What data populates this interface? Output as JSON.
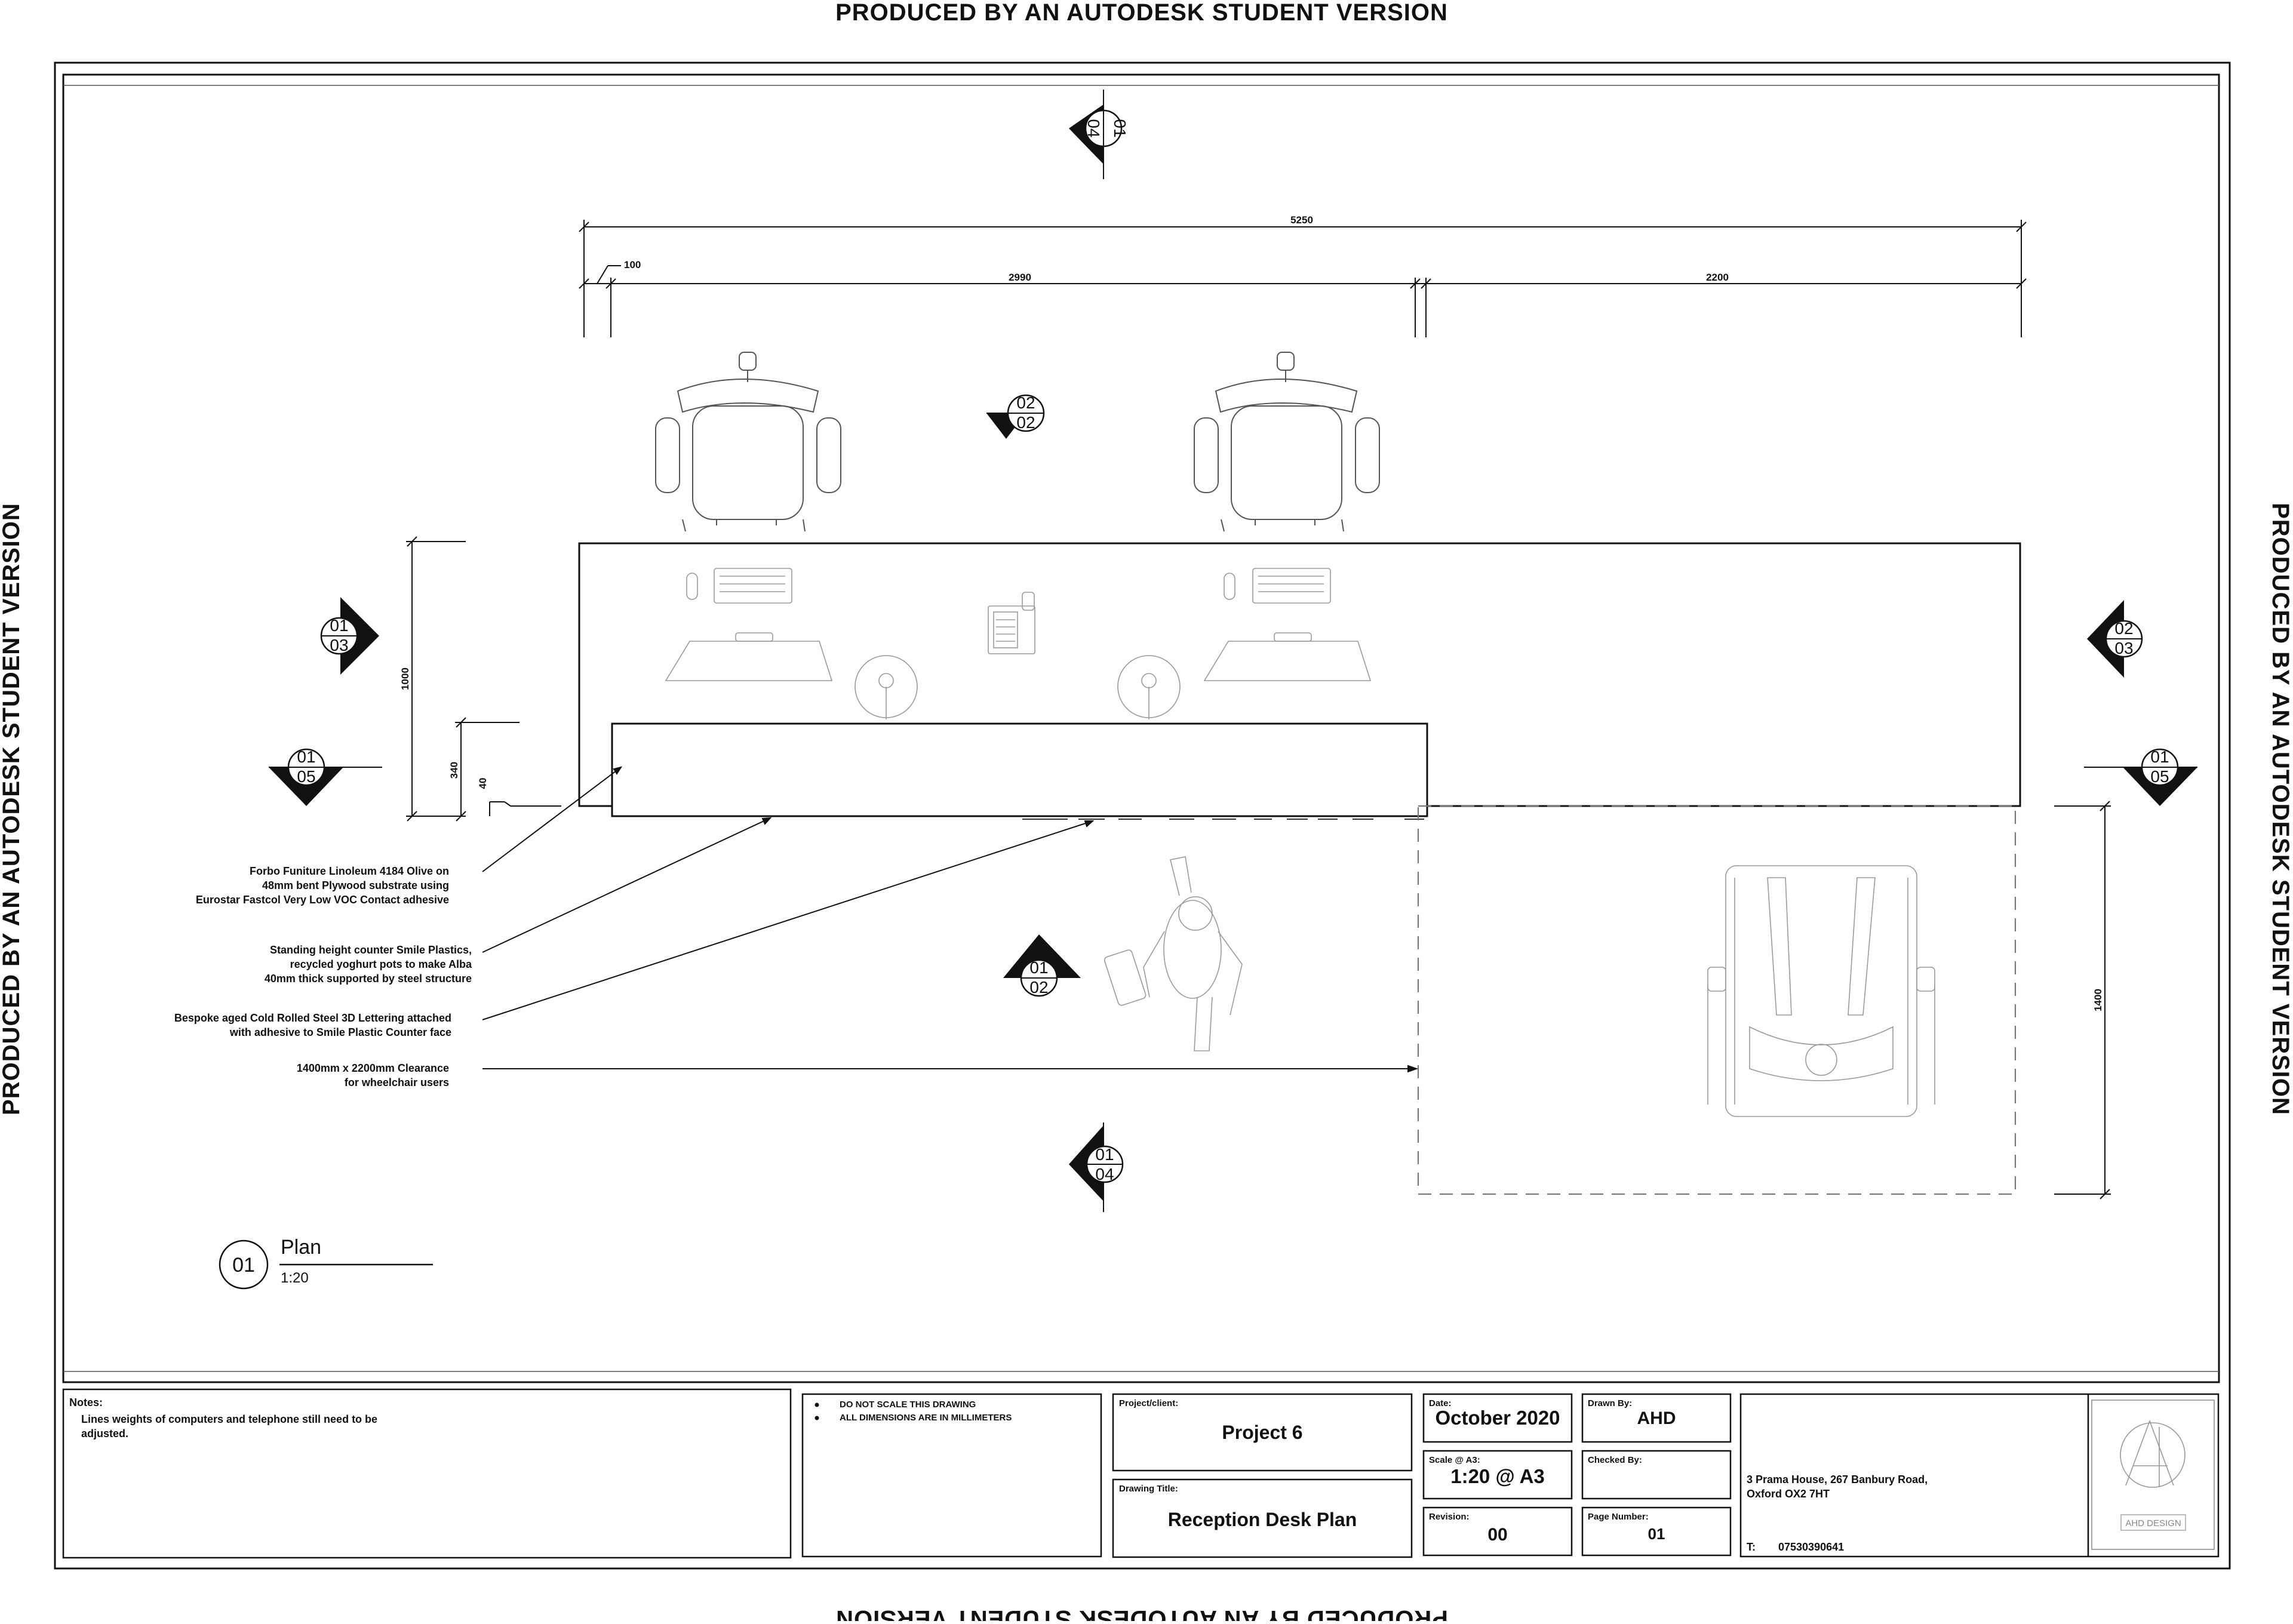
{
  "watermark": "PRODUCED BY AN AUTODESK STUDENT VERSION",
  "dimensions": {
    "overall": "5250",
    "offset": "100",
    "left_span": "2990",
    "right_span": "2200",
    "desk_depth": "1000",
    "counter_depth": "340",
    "counter_overhang": "40",
    "clearance_depth": "1400"
  },
  "section_markers": {
    "top": {
      "num": "01",
      "sheet": "04"
    },
    "bottom": {
      "num": "01",
      "sheet": "04"
    },
    "inner_top": {
      "num": "02",
      "sheet": "02"
    },
    "inner_bottom": {
      "num": "01",
      "sheet": "02"
    },
    "left_upper": {
      "num": "01",
      "sheet": "03"
    },
    "left_lower": {
      "num": "01",
      "sheet": "05"
    },
    "right_upper": {
      "num": "02",
      "sheet": "03"
    },
    "right_lower": {
      "num": "01",
      "sheet": "05"
    }
  },
  "annotations": {
    "a1": [
      "Forbo Funiture Linoleum 4184 Olive on",
      "48mm bent Plywood substrate using",
      "Eurostar Fastcol Very Low VOC Contact adhesive"
    ],
    "a2": [
      "Standing height counter Smile Plastics,",
      "recycled yoghurt pots to make Alba",
      "40mm thick supported by steel structure"
    ],
    "a3": [
      "Bespoke aged Cold Rolled Steel 3D Lettering attached",
      "with adhesive to Smile Plastic Counter face"
    ],
    "a4": [
      "1400mm x 2200mm Clearance",
      "for wheelchair users"
    ]
  },
  "view_title": {
    "number": "01",
    "title": "Plan",
    "scale": "1:20"
  },
  "title_block": {
    "notes_label": "Notes:",
    "notes_text": [
      "Lines weights of computers and telephone still need to be",
      "adjusted."
    ],
    "bullets": [
      "DO NOT SCALE THIS DRAWING",
      "ALL DIMENSIONS ARE IN MILLIMETERS"
    ],
    "project_label": "Project/client:",
    "project_value": "Project 6",
    "drawing_title_label": "Drawing Title:",
    "drawing_title_value": "Reception Desk Plan",
    "date_label": "Date:",
    "date_value": "October 2020",
    "drawn_by_label": "Drawn By:",
    "drawn_by_value": "AHD",
    "scale_label": "Scale @ A3:",
    "scale_value": "1:20 @ A3",
    "checked_by_label": "Checked By:",
    "checked_by_value": "",
    "revision_label": "Revision:",
    "revision_value": "00",
    "page_number_label": "Page Number:",
    "page_number_value": "01",
    "address": [
      "3 Prama House, 267 Banbury Road,",
      "Oxford OX2 7HT"
    ],
    "phone_label": "T:",
    "phone_value": "07530390641",
    "logo_caption": "AHD DESIGN"
  }
}
